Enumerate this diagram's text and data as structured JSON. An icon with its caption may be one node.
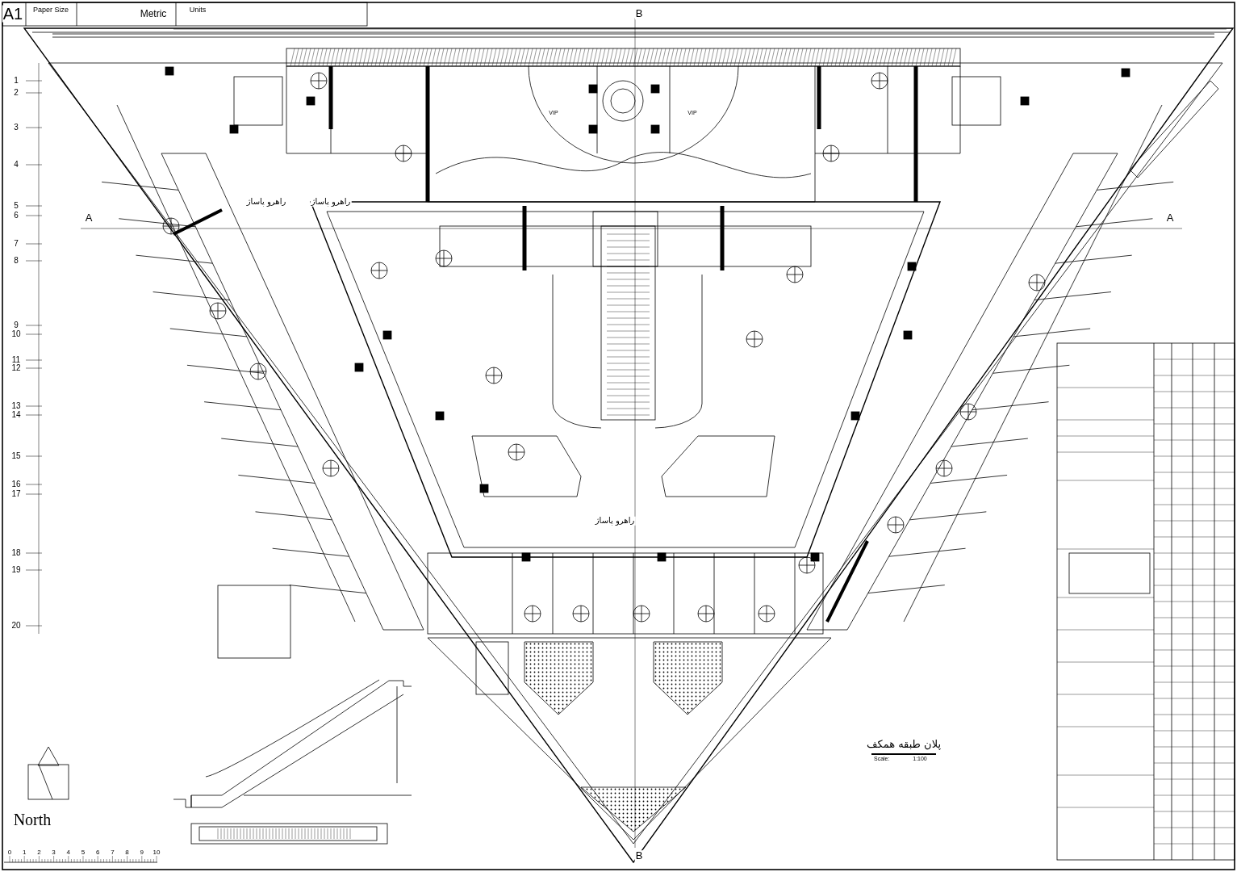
{
  "diagram": {
    "title": "پلان طبقه همکف",
    "labels": [
      "A1",
      "Paper Size",
      "Units",
      "Metric",
      "B",
      "VIP",
      "VIP",
      "راهرو پاساژ",
      "راهرو پاساژ",
      "A",
      "A",
      "1",
      "2",
      "3",
      "4",
      "5",
      "6",
      "7",
      "8",
      "9",
      "10",
      "11",
      "12",
      "13",
      "14",
      "15",
      "16",
      "17",
      "18",
      "19",
      "20",
      "راهرو پاساژ",
      "Scale:",
      "1:100",
      "North",
      "0",
      "1",
      "2",
      "3",
      "4",
      "5",
      "6",
      "7",
      "8",
      "9",
      "10",
      "B"
    ]
  }
}
